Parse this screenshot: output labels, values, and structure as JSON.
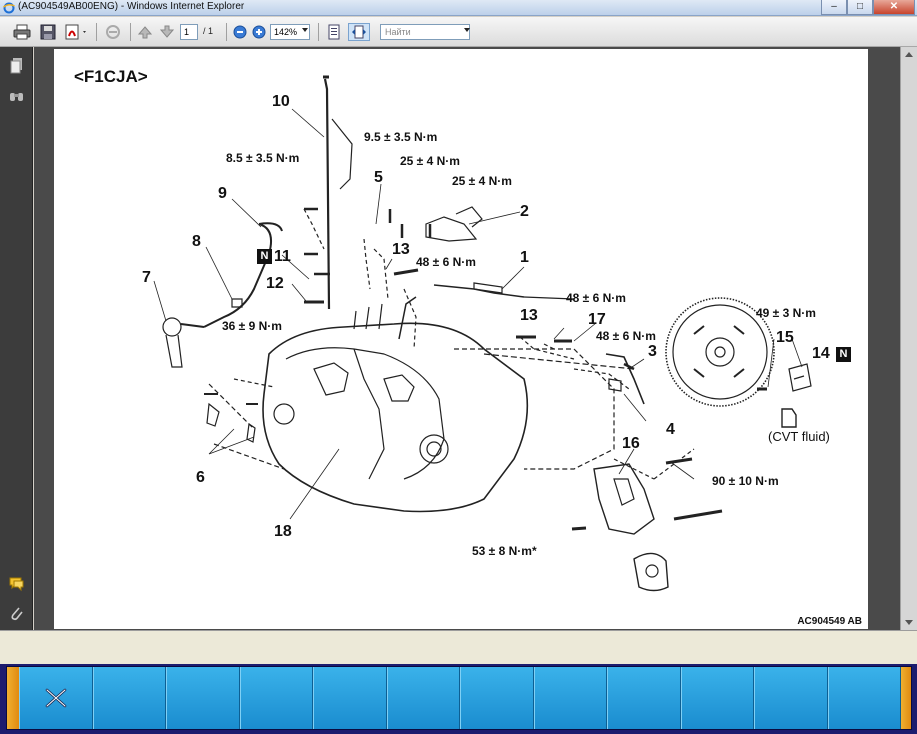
{
  "window": {
    "title": "(AC904549AB00ENG) - Windows Internet Explorer",
    "minimize": "–",
    "maximize": "□",
    "close": "✕"
  },
  "toolbar": {
    "page_current": "1",
    "page_total": "/ 1",
    "zoom": "142%",
    "find_placeholder": "Найти"
  },
  "diagram": {
    "heading": "<F1CJA>",
    "figure_code": "AC904549 AB",
    "badge_letter": "N",
    "part_numbers": [
      "10",
      "9",
      "8",
      "7",
      "5",
      "11",
      "12",
      "13",
      "2",
      "1",
      "13",
      "17",
      "3",
      "4",
      "6",
      "18",
      "16",
      "15",
      "14"
    ],
    "torques": [
      "8.5 ± 3.5 N·m",
      "9.5 ± 3.5 N·m",
      "25 ± 4 N·m",
      "25 ± 4 N·m",
      "48 ± 6 N·m",
      "48 ± 6 N·m",
      "48 ± 6 N·m",
      "36 ± 9 N·m",
      "49 ± 3 N·m",
      "90 ± 10 N·m",
      "53 ± 8 N·m*"
    ],
    "cvt_note": "(CVT fluid)"
  },
  "bottom_bar": {
    "button_count": 12,
    "first_button_icon": "close-x-icon"
  }
}
